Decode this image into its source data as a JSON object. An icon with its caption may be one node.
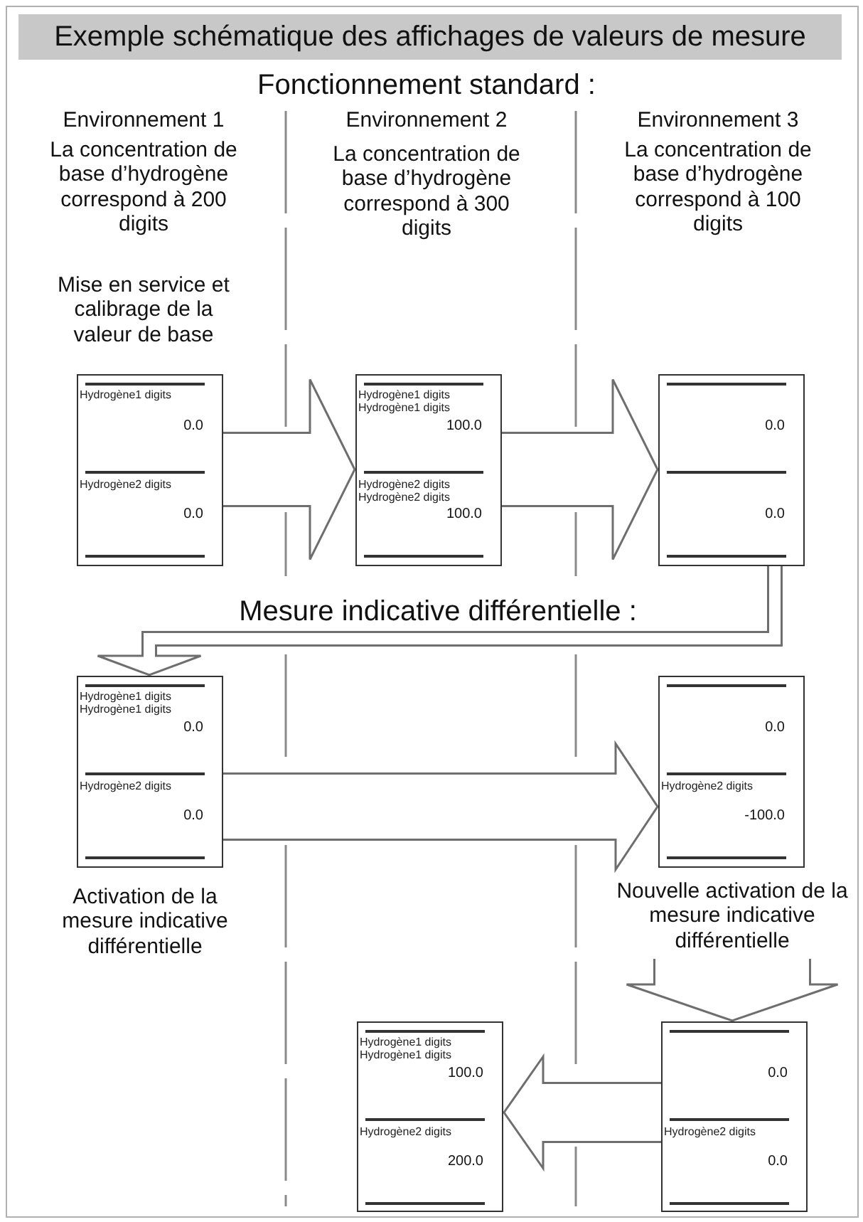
{
  "diagram": {
    "title": "Exemple schématique des affichages de valeurs de mesure",
    "nodes": [
      {
        "text": [
          "Hydrogène1 digits",
          "0.0",
          "Hydrogène2 digits",
          "0.0"
        ],
        "beside": [
          "Mise en service et calibrage de la valeur de base"
        ]
      },
      {
        "text": [
          "Hydrogène1 digits Hydrogène1 digits",
          "100.0",
          "Hydrogène2 digits Hydrogène2 digits",
          "100.0"
        ]
      },
      {
        "text": [
          "0.0",
          "0.0"
        ]
      },
      {
        "text": [
          "Hydrogène1 digits Hydrogène1 digits",
          "0.0",
          "Hydrogène2 digits",
          "0.0"
        ],
        "beside": [
          "Activation de la mesure indicative différentielle"
        ]
      },
      {
        "text": [
          "0.0",
          "Hydrogène2 digits",
          "-100.0"
        ]
      },
      {
        "text": [
          "Hydrogène1 digits Hydrogène1 digits",
          "100.0",
          "Hydrogène2 digits",
          "200.0"
        ]
      },
      {
        "text": [
          "0.0",
          "Hydrogène2 digits",
          "0.0"
        ]
      }
    ],
    "edges": [
      {
        "from": 0,
        "to": 1,
        "arrow": "to"
      },
      {
        "from": 1,
        "to": 2,
        "arrow": "to"
      },
      {
        "from": 2,
        "to": 3,
        "arrow": "to"
      },
      {
        "from": 3,
        "to": 4,
        "arrow": "to"
      },
      {
        "from": 4,
        "to": 6,
        "arrow": "to",
        "label": "Nouvelle activation de la mesure indicative différentielle"
      },
      {
        "from": 6,
        "to": 5,
        "arrow": "to"
      }
    ],
    "labels": [
      "Fonctionnement standard :",
      "Environnement 1",
      "Environnement 2",
      "Environnement 3",
      "La concentration de base d’hydrogène correspond à 200 digits",
      "La concentration de base d’hydrogène correspond à 300 digits",
      "La concentration de base d’hydrogène correspond à 100 digits",
      "Mesure indicative différentielle :"
    ]
  }
}
